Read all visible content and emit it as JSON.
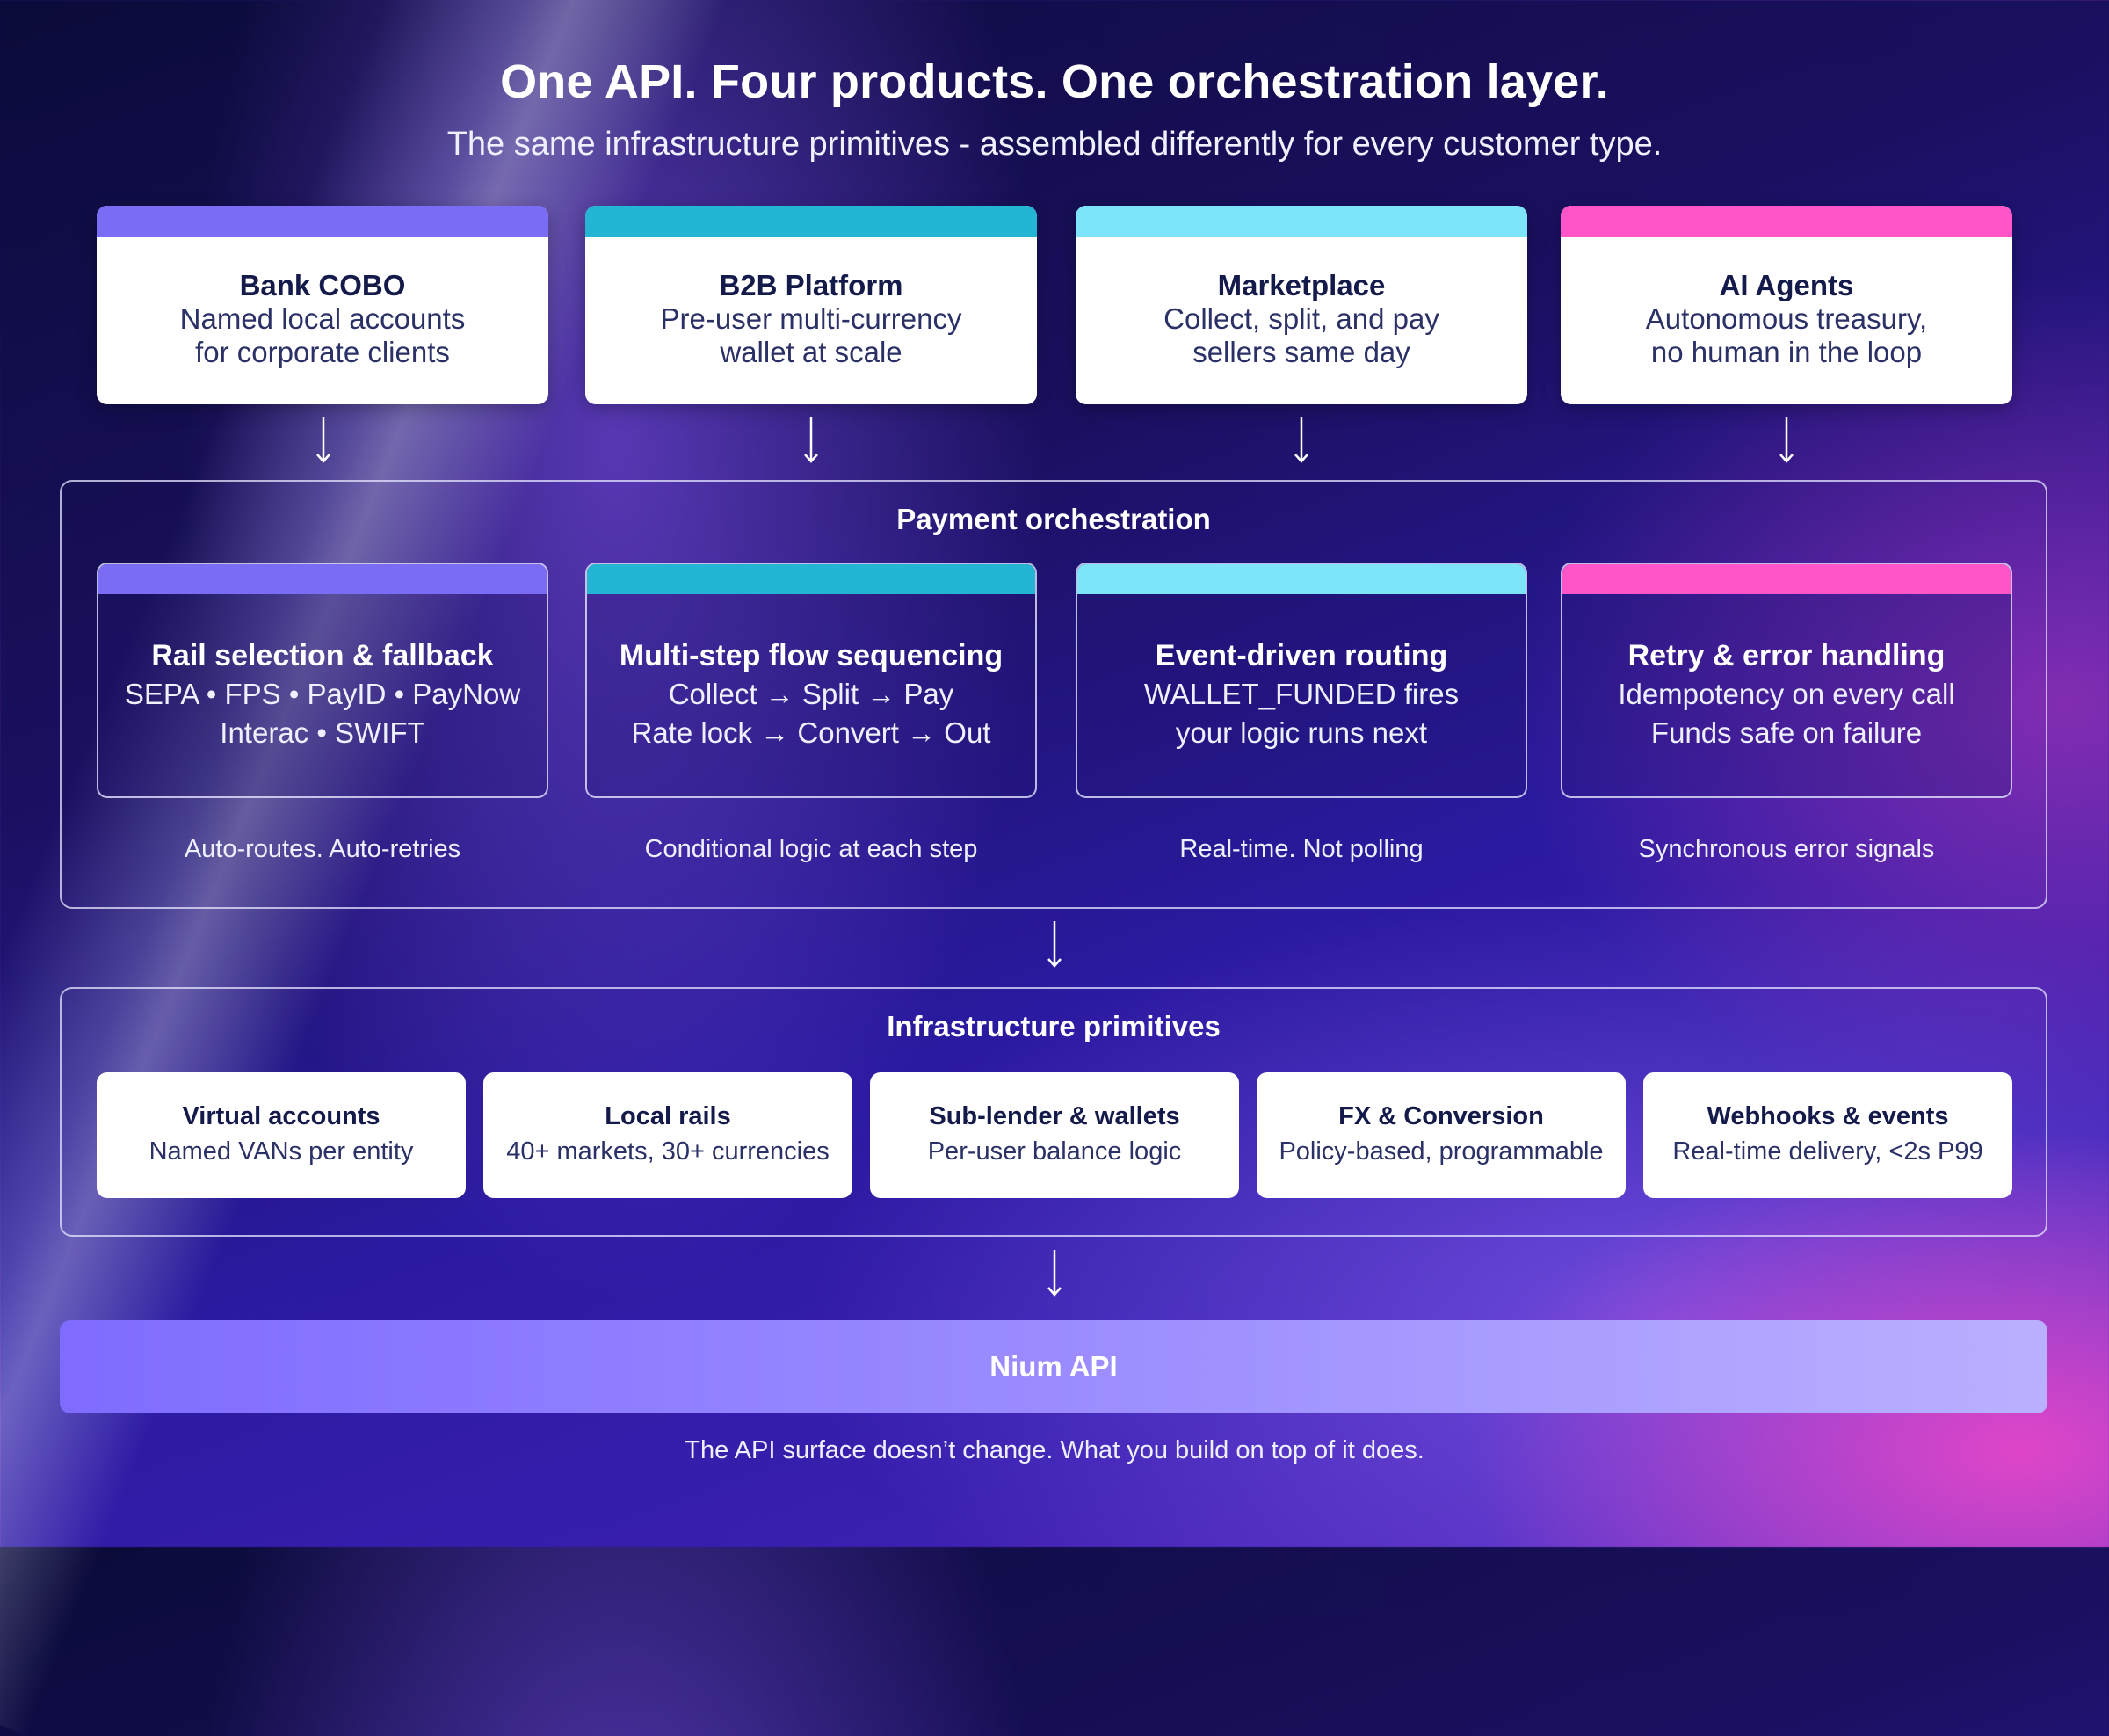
{
  "header": {
    "title": "One API. Four products. One orchestration layer.",
    "subtitle": "The same infrastructure primitives - assembled differently for every customer type."
  },
  "products": [
    {
      "name": "Bank COBO",
      "line1": "Named local accounts",
      "line2": "for corporate clients",
      "color": "#7b6cf6"
    },
    {
      "name": "B2B Platform",
      "line1": "Pre-user multi-currency",
      "line2": "wallet at scale",
      "color": "#25b5d4"
    },
    {
      "name": "Marketplace",
      "line1": "Collect, split, and pay",
      "line2": "sellers same day",
      "color": "#7de4fa"
    },
    {
      "name": "AI Agents",
      "line1": "Autonomous treasury,",
      "line2": "no human in the loop",
      "color": "#ff55c8"
    }
  ],
  "orchestration": {
    "title": "Payment orchestration",
    "steps": [
      {
        "name": "Rail selection & fallback",
        "line1": "SEPA • FPS • PayID • PayNow",
        "line2": "Interac • SWIFT",
        "caption": "Auto-routes. Auto-retries",
        "color": "#7b6cf6"
      },
      {
        "name": "Multi-step flow sequencing",
        "line1": "Collect → Split → Pay",
        "line2": "Rate lock → Convert → Out",
        "caption": "Conditional logic at each step",
        "color": "#25b5d4"
      },
      {
        "name": "Event-driven routing",
        "line1": "WALLET_FUNDED fires",
        "line2": "your logic runs next",
        "caption": "Real-time. Not polling",
        "color": "#7de4fa"
      },
      {
        "name": "Retry & error handling",
        "line1": "Idempotency on every call",
        "line2": "Funds safe on failure",
        "caption": "Synchronous error signals",
        "color": "#ff55c8"
      }
    ]
  },
  "infrastructure": {
    "title": "Infrastructure primitives",
    "items": [
      {
        "name": "Virtual accounts",
        "desc": "Named VANs per entity"
      },
      {
        "name": "Local rails",
        "desc": "40+ markets, 30+ currencies"
      },
      {
        "name": "Sub-lender & wallets",
        "desc": "Per-user balance logic"
      },
      {
        "name": "FX & Conversion",
        "desc": "Policy-based, programmable"
      },
      {
        "name": "Webhooks & events",
        "desc": "Real-time delivery, <2s P99"
      }
    ]
  },
  "api": {
    "label": "Nium API"
  },
  "footer": {
    "text": "The API surface doesn’t change. What you build on top of it does."
  }
}
